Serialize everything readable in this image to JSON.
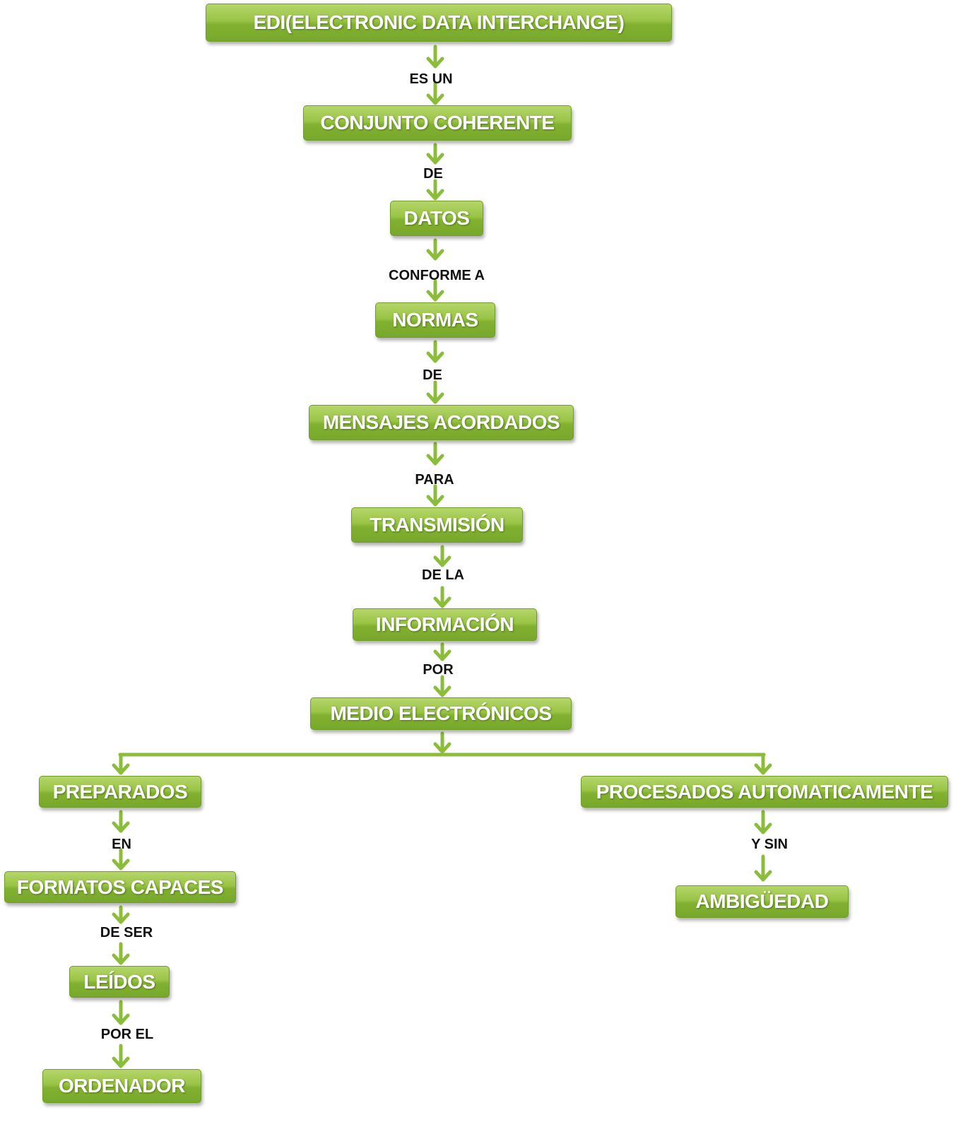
{
  "colors": {
    "node_fill": "#8bbd3a",
    "connector": "#8bbd3a",
    "label_text": "#111111"
  },
  "nodes": {
    "edi": "EDI(ELECTRONIC DATA INTERCHANGE)",
    "conjunto": "CONJUNTO COHERENTE",
    "datos": "DATOS",
    "normas": "NORMAS",
    "mensajes": "MENSAJES ACORDADOS",
    "transmision": "TRANSMISIÓN",
    "informacion": "INFORMACIÓN",
    "medio": "MEDIO ELECTRÓNICOS",
    "preparados": "PREPARADOS",
    "procesados": "PROCESADOS AUTOMATICAMENTE",
    "formatos": "FORMATOS CAPACES",
    "leidos": "LEÍDOS",
    "ordenador": "ORDENADOR",
    "ambiguedad": "AMBIGÜEDAD"
  },
  "labels": {
    "es_un": "ES UN",
    "de_1": "DE",
    "conforme_a": "CONFORME A",
    "de_2": "DE",
    "para": "PARA",
    "de_la": "DE LA",
    "por": "POR",
    "en": "EN",
    "de_ser": "DE SER",
    "por_el": "POR EL",
    "y_sin": "Y SIN"
  }
}
